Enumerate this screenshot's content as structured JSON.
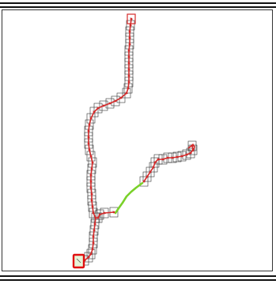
{
  "colors": {
    "background": "#ffffff",
    "frame": "#111111",
    "node_box": "#333333",
    "trace": "#d42a2a",
    "link": "#7ad12a",
    "start_marker": "#e01010",
    "start_fill": "#e6f4d8"
  },
  "trajectory": {
    "trunk": [
      [
        166,
        24
      ],
      [
        165,
        32
      ],
      [
        164,
        40
      ],
      [
        164,
        48
      ],
      [
        164,
        56
      ],
      [
        163,
        64
      ],
      [
        163,
        72
      ],
      [
        163,
        80
      ],
      [
        163,
        88
      ],
      [
        163,
        96
      ],
      [
        163,
        104
      ],
      [
        162,
        112
      ],
      [
        160,
        118
      ],
      [
        153,
        124
      ],
      [
        146,
        128
      ],
      [
        139,
        131
      ],
      [
        131,
        134
      ],
      [
        124,
        137
      ],
      [
        119,
        142
      ],
      [
        115,
        150
      ],
      [
        113,
        158
      ],
      [
        112,
        166
      ],
      [
        112,
        174
      ],
      [
        112,
        182
      ],
      [
        113,
        190
      ],
      [
        115,
        198
      ],
      [
        117,
        206
      ],
      [
        116,
        214
      ],
      [
        115,
        222
      ],
      [
        115,
        230
      ],
      [
        115,
        238
      ],
      [
        116,
        246
      ],
      [
        116,
        254
      ],
      [
        117,
        262
      ],
      [
        118,
        270
      ],
      [
        121,
        276
      ],
      [
        120,
        284
      ],
      [
        119,
        292
      ],
      [
        118,
        300
      ],
      [
        118,
        308
      ],
      [
        117,
        316
      ],
      [
        115,
        322
      ],
      [
        112,
        326
      ],
      [
        107,
        330
      ],
      [
        101,
        331
      ]
    ],
    "branch": [
      [
        144,
        269
      ],
      [
        132,
        270
      ],
      [
        126,
        272
      ],
      [
        124,
        276
      ]
    ],
    "link": [
      [
        146,
        270
      ],
      [
        150,
        264
      ],
      [
        155,
        257
      ],
      [
        160,
        249
      ],
      [
        166,
        243
      ],
      [
        172,
        238
      ],
      [
        180,
        232
      ]
    ],
    "upper_branch": [
      [
        182,
        230
      ],
      [
        186,
        224
      ],
      [
        190,
        218
      ],
      [
        194,
        212
      ],
      [
        196,
        206
      ],
      [
        200,
        202
      ],
      [
        206,
        202
      ],
      [
        212,
        200
      ],
      [
        218,
        200
      ],
      [
        224,
        199
      ],
      [
        230,
        198
      ],
      [
        236,
        196
      ],
      [
        241,
        194
      ],
      [
        244,
        190
      ],
      [
        243,
        185
      ]
    ],
    "start": [
      100,
      331
    ],
    "end": [
      166,
      24
    ]
  }
}
